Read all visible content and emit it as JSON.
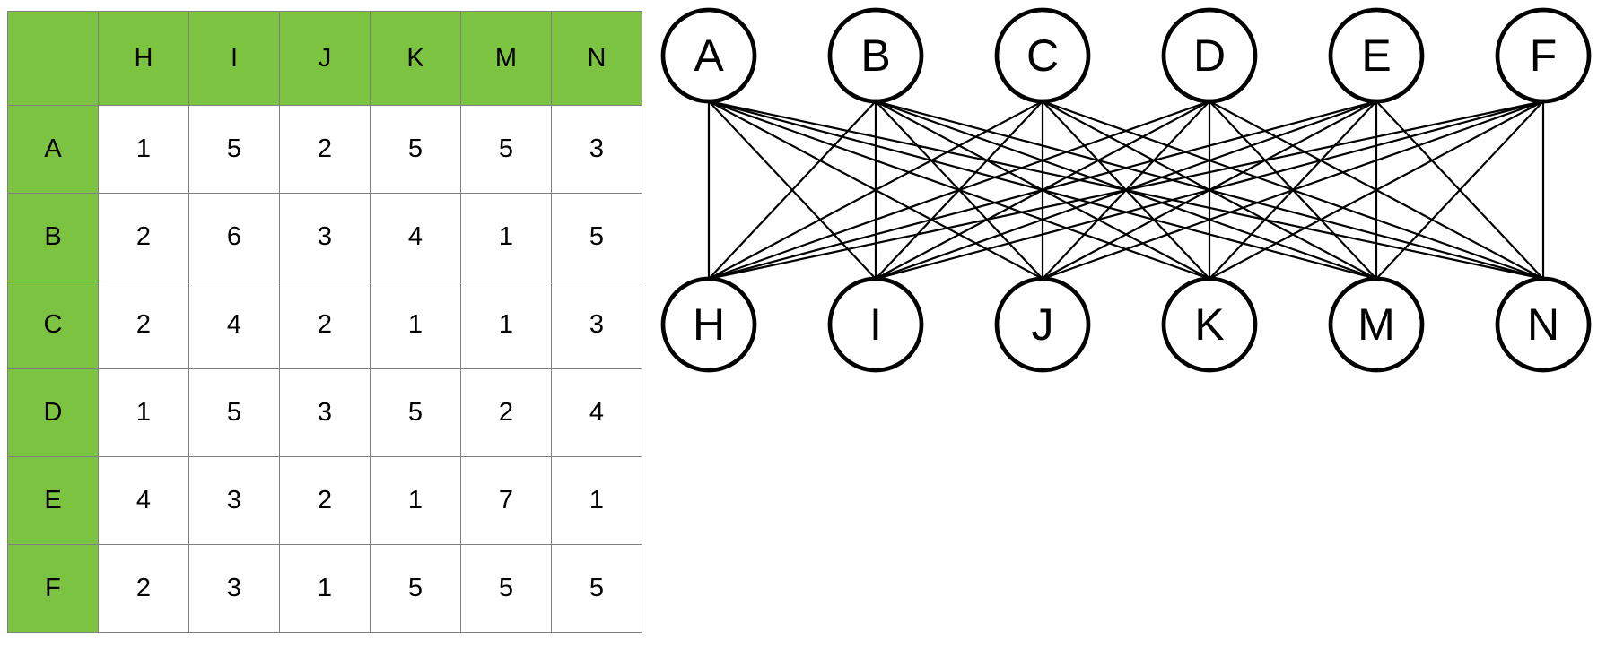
{
  "table": {
    "corner": "",
    "columns": [
      "H",
      "I",
      "J",
      "K",
      "M",
      "N"
    ],
    "rows": [
      {
        "label": "A",
        "values": [
          "1",
          "5",
          "2",
          "5",
          "5",
          "3"
        ]
      },
      {
        "label": "B",
        "values": [
          "2",
          "6",
          "3",
          "4",
          "1",
          "5"
        ]
      },
      {
        "label": "C",
        "values": [
          "2",
          "4",
          "2",
          "1",
          "1",
          "3"
        ]
      },
      {
        "label": "D",
        "values": [
          "1",
          "5",
          "3",
          "5",
          "2",
          "4"
        ]
      },
      {
        "label": "E",
        "values": [
          "4",
          "3",
          "2",
          "1",
          "7",
          "1"
        ]
      },
      {
        "label": "F",
        "values": [
          "2",
          "3",
          "1",
          "5",
          "5",
          "5"
        ]
      }
    ]
  },
  "graph": {
    "top_nodes": [
      "A",
      "B",
      "C",
      "D",
      "E",
      "F"
    ],
    "bottom_nodes": [
      "H",
      "I",
      "J",
      "K",
      "M",
      "N"
    ],
    "edges": [
      [
        "A",
        "H"
      ],
      [
        "A",
        "I"
      ],
      [
        "A",
        "J"
      ],
      [
        "A",
        "K"
      ],
      [
        "A",
        "M"
      ],
      [
        "A",
        "N"
      ],
      [
        "B",
        "H"
      ],
      [
        "B",
        "I"
      ],
      [
        "B",
        "J"
      ],
      [
        "B",
        "K"
      ],
      [
        "B",
        "M"
      ],
      [
        "B",
        "N"
      ],
      [
        "C",
        "H"
      ],
      [
        "C",
        "I"
      ],
      [
        "C",
        "J"
      ],
      [
        "C",
        "K"
      ],
      [
        "C",
        "M"
      ],
      [
        "C",
        "N"
      ],
      [
        "D",
        "H"
      ],
      [
        "D",
        "I"
      ],
      [
        "D",
        "J"
      ],
      [
        "D",
        "K"
      ],
      [
        "D",
        "M"
      ],
      [
        "D",
        "N"
      ],
      [
        "E",
        "H"
      ],
      [
        "E",
        "I"
      ],
      [
        "E",
        "J"
      ],
      [
        "E",
        "K"
      ],
      [
        "E",
        "M"
      ],
      [
        "E",
        "N"
      ],
      [
        "F",
        "H"
      ],
      [
        "F",
        "I"
      ],
      [
        "F",
        "J"
      ],
      [
        "F",
        "K"
      ],
      [
        "F",
        "M"
      ],
      [
        "F",
        "N"
      ]
    ]
  },
  "colors": {
    "header_green": "#7cc342",
    "grid_line": "#7f7f7f",
    "node_stroke": "#000000",
    "edge": "#000000",
    "background": "#ffffff"
  }
}
